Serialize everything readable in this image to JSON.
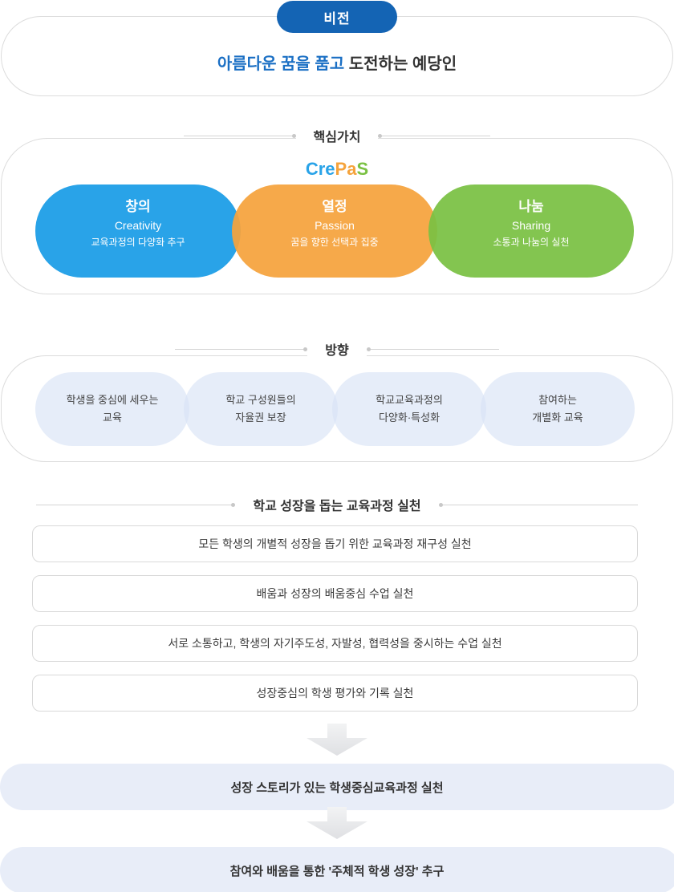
{
  "vision": {
    "badge_label": "비전",
    "statement_highlight": "아름다운 꿈을 품고",
    "statement_rest": " 도전하는 예당인",
    "badge_color": "#1464B4",
    "highlight_color": "#1A6FC4"
  },
  "core_values": {
    "heading": "핵심가치",
    "acronym": {
      "part1": "Cre",
      "part2": "Pa",
      "part3": "S",
      "color1": "#29A3E8",
      "color2": "#F5A33C",
      "color3": "#7AC143"
    },
    "items": [
      {
        "kr": "창의",
        "en": "Creativity",
        "desc": "교육과정의 다양화 추구",
        "color": "#29A3E8"
      },
      {
        "kr": "열정",
        "en": "Passion",
        "desc": "꿈을 향한 선택과 집중",
        "color": "#F5A33C"
      },
      {
        "kr": "나눔",
        "en": "Sharing",
        "desc": "소통과 나눔의 실천",
        "color": "#7AC143"
      }
    ]
  },
  "direction": {
    "heading": "방향",
    "items": [
      {
        "line1": "학생을 중심에 세우는",
        "line2": "교육"
      },
      {
        "line1": "학교 구성원들의",
        "line2": "자율권 보장"
      },
      {
        "line1": "학교교육과정의",
        "line2": "다양화·특성화"
      },
      {
        "line1": "참여하는",
        "line2": "개별화 교육"
      }
    ]
  },
  "practice": {
    "heading": "학교 성장을 돕는 교육과정 실천",
    "items": [
      "모든 학생의 개별적 성장을 돕기 위한 교육과정 재구성 실천",
      "배움과 성장의 배움중심 수업 실천",
      "서로 소통하고, 학생의 자기주도성, 자발성, 협력성을 중시하는 수업 실천",
      "성장중심의 학생 평가와 기록 실천"
    ]
  },
  "results": [
    "성장 스토리가 있는 학생중심교육과정 실천",
    "참여와 배움을 통한 '주체적 학생 성장' 추구"
  ],
  "arrow_color": "#E3E4E7"
}
